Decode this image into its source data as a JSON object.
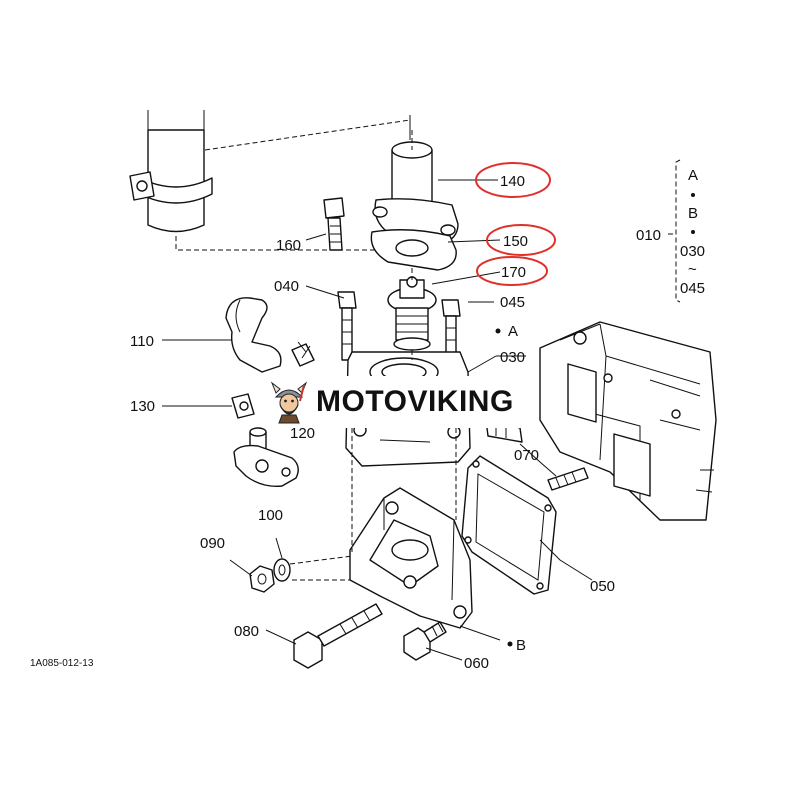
{
  "callouts": {
    "p140": "140",
    "p150": "150",
    "p170": "170",
    "p160": "160",
    "p040": "040",
    "p045": "045",
    "p110": "110",
    "p130": "130",
    "p120": "120",
    "p030": "030",
    "p070": "070",
    "p100": "100",
    "p090": "090",
    "p050": "050",
    "p080": "080",
    "p060": "060",
    "refA": "A",
    "refB": "B",
    "refA2": "A",
    "refB2": "B"
  },
  "range_bracket": {
    "label": "010",
    "first": "030",
    "tilde": "~",
    "last": "045"
  },
  "drawing_code": "1A085-012-13",
  "watermark": {
    "brand": "MOTOVIKING",
    "logo_icon": "viking-mascot-icon"
  },
  "highlighted_parts": [
    "140",
    "150",
    "170"
  ],
  "colors": {
    "highlight": "#e0302a",
    "line": "#111111",
    "background": "#ffffff"
  }
}
